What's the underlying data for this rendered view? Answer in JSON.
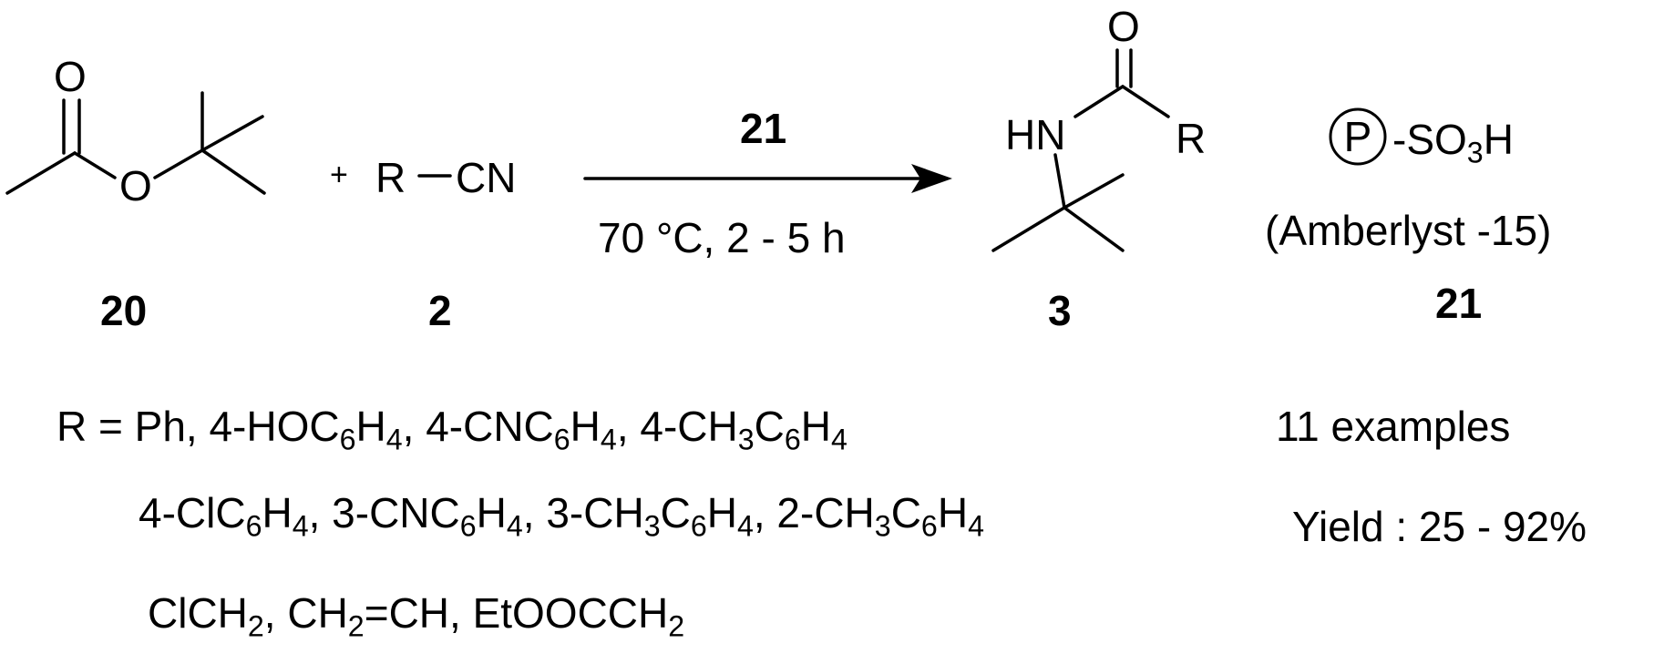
{
  "reactant_ester": {
    "atom_o_carbonyl": "O",
    "atom_o_ester": "O",
    "number": "20"
  },
  "plus_sign": "+",
  "reactant_nitrile": {
    "r_group": "R",
    "cn_group": "CN",
    "number": "2"
  },
  "arrow": {
    "catalyst_number": "21",
    "conditions": "70 °C, 2 - 5 h"
  },
  "product_amide": {
    "atom_o": "O",
    "atom_hn": "HN",
    "r_group": "R",
    "number": "3"
  },
  "catalyst": {
    "polymer_symbol": "P",
    "acid_group_prefix": "-SO",
    "acid_group_sub": "3",
    "acid_group_suffix": "H",
    "name": "(Amberlyst -15)",
    "number": "21"
  },
  "substituents": {
    "line1": [
      {
        "t": "R = Ph, 4-HOC"
      },
      {
        "s": "6"
      },
      {
        "t": "H"
      },
      {
        "s": "4"
      },
      {
        "t": ", 4-CNC"
      },
      {
        "s": "6"
      },
      {
        "t": "H"
      },
      {
        "s": "4"
      },
      {
        "t": ", 4-CH"
      },
      {
        "s": "3"
      },
      {
        "t": "C"
      },
      {
        "s": "6"
      },
      {
        "t": "H"
      },
      {
        "s": "4"
      }
    ],
    "line2": [
      {
        "t": "4-ClC"
      },
      {
        "s": "6"
      },
      {
        "t": "H"
      },
      {
        "s": "4"
      },
      {
        "t": ", 3-CNC"
      },
      {
        "s": "6"
      },
      {
        "t": "H"
      },
      {
        "s": "4"
      },
      {
        "t": ", 3-CH"
      },
      {
        "s": "3"
      },
      {
        "t": "C"
      },
      {
        "s": "6"
      },
      {
        "t": "H"
      },
      {
        "s": "4"
      },
      {
        "t": ", 2-CH"
      },
      {
        "s": "3"
      },
      {
        "t": "C"
      },
      {
        "s": "6"
      },
      {
        "t": "H"
      },
      {
        "s": "4"
      }
    ],
    "line3": [
      {
        "t": "ClCH"
      },
      {
        "s": "2"
      },
      {
        "t": ", CH"
      },
      {
        "s": "2"
      },
      {
        "t": "=CH, EtOOCCH"
      },
      {
        "s": "2"
      }
    ]
  },
  "summary": {
    "examples": "11 examples",
    "yield": "Yield : 25 - 92%"
  }
}
